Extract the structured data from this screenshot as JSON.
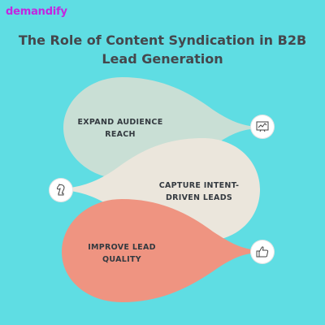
{
  "brand": {
    "logo_text": "demandify",
    "logo_color": "#c326e0"
  },
  "title": "The Role of Content Syndication in B2B Lead Generation",
  "colors": {
    "background": "#5fdde3",
    "item1_fill": "#c9dfd5",
    "item2_fill": "#ebe6dc",
    "item3_fill": "#ef9481",
    "text": "#343a40"
  },
  "items": [
    {
      "label": "EXPAND AUDIENCE REACH",
      "icon": "line-chart-icon"
    },
    {
      "label": "CAPTURE INTENT-DRIVEN LEADS",
      "icon": "chess-knight-icon"
    },
    {
      "label": "IMPROVE LEAD QUALITY",
      "icon": "thumbs-up-icon"
    }
  ]
}
